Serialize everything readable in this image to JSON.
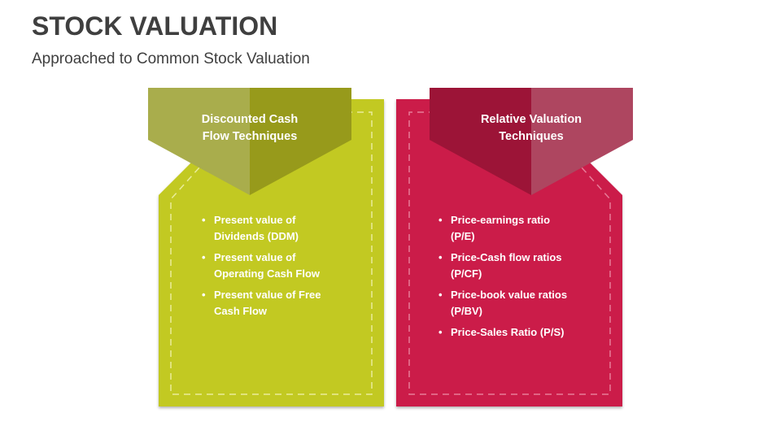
{
  "header": {
    "title": "STOCK VALUATION",
    "subtitle": "Approached to Common Stock Valuation"
  },
  "colors": {
    "left_card": "#c2c923",
    "left_banner_light": "#a9ad4c",
    "left_banner_dark": "#979a1b",
    "right_card": "#cb1a4a",
    "right_banner_dark": "#9c1437",
    "right_banner_light": "#ae4660",
    "text": "#3f3f3f"
  },
  "cards": [
    {
      "heading_line1": "Discounted Cash",
      "heading_line2": "Flow Techniques",
      "items": [
        {
          "bullet": "•",
          "line1": "Present value of",
          "line2": "Dividends (DDM)"
        },
        {
          "bullet": "•",
          "line1": "Present value of",
          "line2": "Operating Cash Flow"
        },
        {
          "bullet": "•",
          "line1": "Present value of Free",
          "line2": "Cash Flow"
        }
      ]
    },
    {
      "heading_line1": "Relative Valuation",
      "heading_line2": "Techniques",
      "items": [
        {
          "bullet": "•",
          "line1": "Price-earnings ratio",
          "line2": "(P/E)"
        },
        {
          "bullet": "•",
          "line1": "Price-Cash flow ratios",
          "line2": "(P/CF)"
        },
        {
          "bullet": "•",
          "line1": "Price-book value ratios",
          "line2": "(P/BV)"
        },
        {
          "bullet": "•",
          "line1": "Price-Sales Ratio (P/S)",
          "line2": ""
        }
      ]
    }
  ]
}
